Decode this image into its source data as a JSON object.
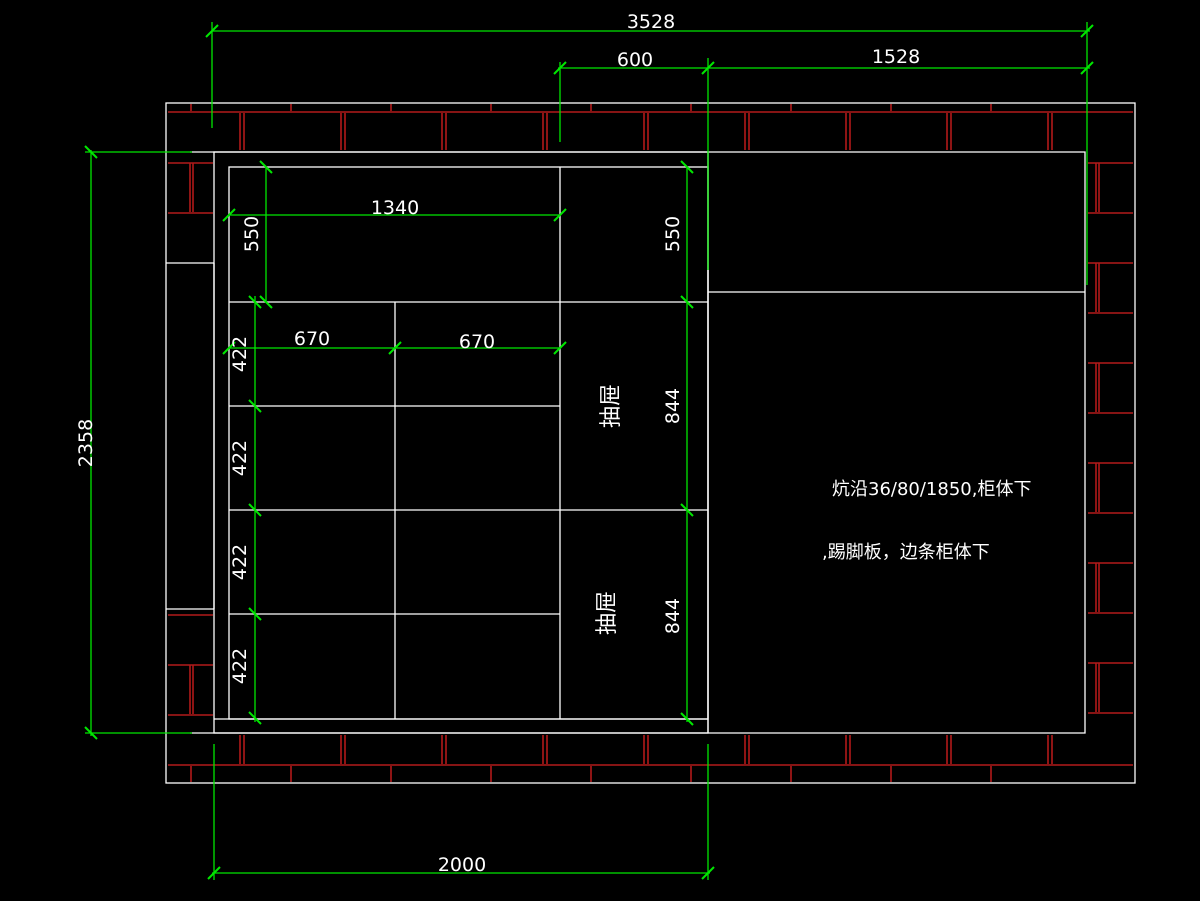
{
  "drawing": {
    "background_color": "#000000",
    "dimension_color": "#00e600",
    "wall_line_color": "#ffffff",
    "brick_color": "#b21a1a",
    "cabinet_line_color": "#ffffff"
  },
  "dimensions": {
    "overall_width": "3528",
    "segment_600": "600",
    "segment_1528": "1528",
    "overall_height": "2358",
    "bottom_width": "2000",
    "top_shelf_width": "1340",
    "left_shelf_width": "670",
    "right_shelf_width": "670",
    "top_section_height_left": "550",
    "top_section_height_right": "550",
    "row_height_1": "422",
    "row_height_2": "422",
    "row_height_3": "422",
    "row_height_4": "422",
    "drawer_height_upper": "844",
    "drawer_height_lower": "844"
  },
  "labels": {
    "drawer_upper": "抽屉",
    "drawer_lower": "抽屉",
    "note_line_1": "炕沿36/80/1850,柜体下",
    "note_line_2": ",踢脚板，边条柜体下"
  }
}
